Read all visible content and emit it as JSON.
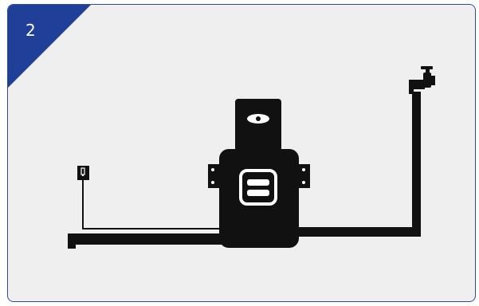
{
  "step": {
    "number": "2",
    "badge_color": "#1f3f99"
  },
  "card": {
    "background": "#efefef",
    "border_color": "#2e4aa3"
  },
  "diagram": {
    "fill_color": "#111111",
    "icons": [
      "electrical-outlet-icon",
      "power-cable",
      "base-pipe",
      "water-heater-unit",
      "water-pipe",
      "water-tap-icon"
    ]
  }
}
